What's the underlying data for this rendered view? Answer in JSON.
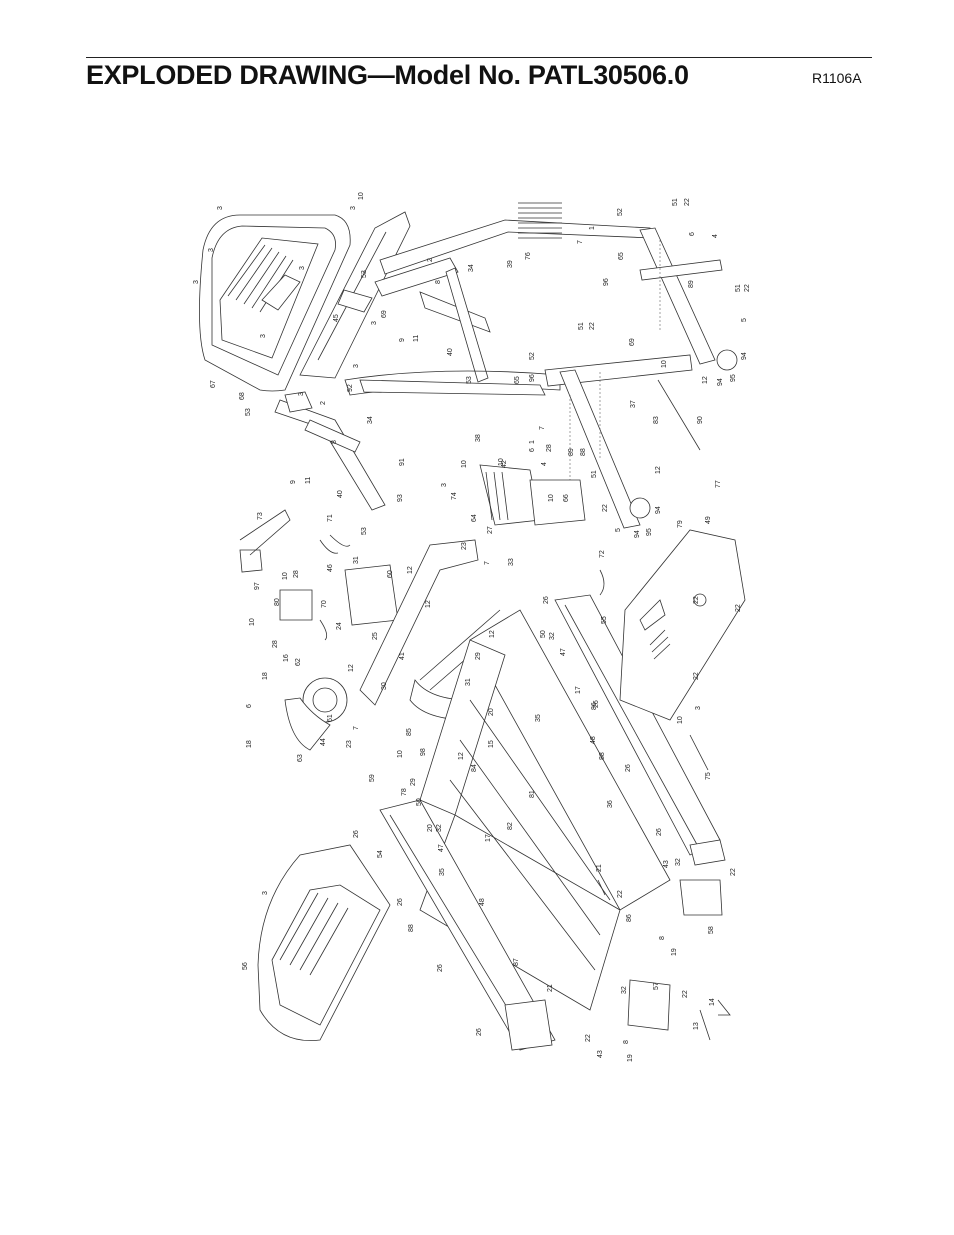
{
  "header": {
    "title": "EXPLODED DRAWING—Model No. PATL30506.0",
    "drawing_ref": "R1106A"
  },
  "labels": {
    "p3": "3",
    "p10": "10",
    "p9": "9",
    "p11": "11",
    "p2": "2",
    "p8": "8",
    "p34": "34",
    "p45": "45",
    "p53": "53",
    "p67": "67",
    "p68": "68",
    "p69": "69",
    "p40": "40",
    "p39": "39",
    "p76": "76",
    "p7": "7",
    "p1": "1",
    "p52": "52",
    "p51": "51",
    "p22": "22",
    "p6": "6",
    "p4": "4",
    "p65": "65",
    "p96": "96",
    "p89": "89",
    "p5": "5",
    "p94": "94",
    "p95": "95",
    "p12": "12",
    "p92": "92",
    "p38": "38",
    "p91": "91",
    "p93": "93",
    "p74": "74",
    "p42": "42",
    "p64": "64",
    "p27": "27",
    "p33": "33",
    "p23": "23",
    "p28": "28",
    "p88": "88",
    "p37": "37",
    "p83": "83",
    "p90": "90",
    "p77": "77",
    "p79": "79",
    "p49": "49",
    "p66": "66",
    "p73": "73",
    "p71": "71",
    "p97": "97",
    "p80": "80",
    "p46": "46",
    "p31": "31",
    "p60": "60",
    "p70": "70",
    "p24": "24",
    "p25": "25",
    "p72": "72",
    "p26": "26",
    "p55": "55",
    "p41": "41",
    "p29": "29",
    "p50": "50",
    "p32": "32",
    "p47": "47",
    "p17": "17",
    "p30": "30",
    "p18": "18",
    "p16": "16",
    "p62": "62",
    "p61": "61",
    "p44": "44",
    "p63": "63",
    "p35": "35",
    "p20": "20",
    "p15": "15",
    "p84": "84",
    "p85": "85",
    "p98": "98",
    "p59": "59",
    "p78": "78",
    "p48": "48",
    "p86": "86",
    "p81": "81",
    "p36": "36",
    "p82": "82",
    "p75": "75",
    "p54": "54",
    "p21": "21",
    "p43": "43",
    "p58": "58",
    "p19": "19",
    "p56": "56",
    "p87": "87",
    "p57": "57",
    "p13": "13",
    "p14": "14"
  }
}
